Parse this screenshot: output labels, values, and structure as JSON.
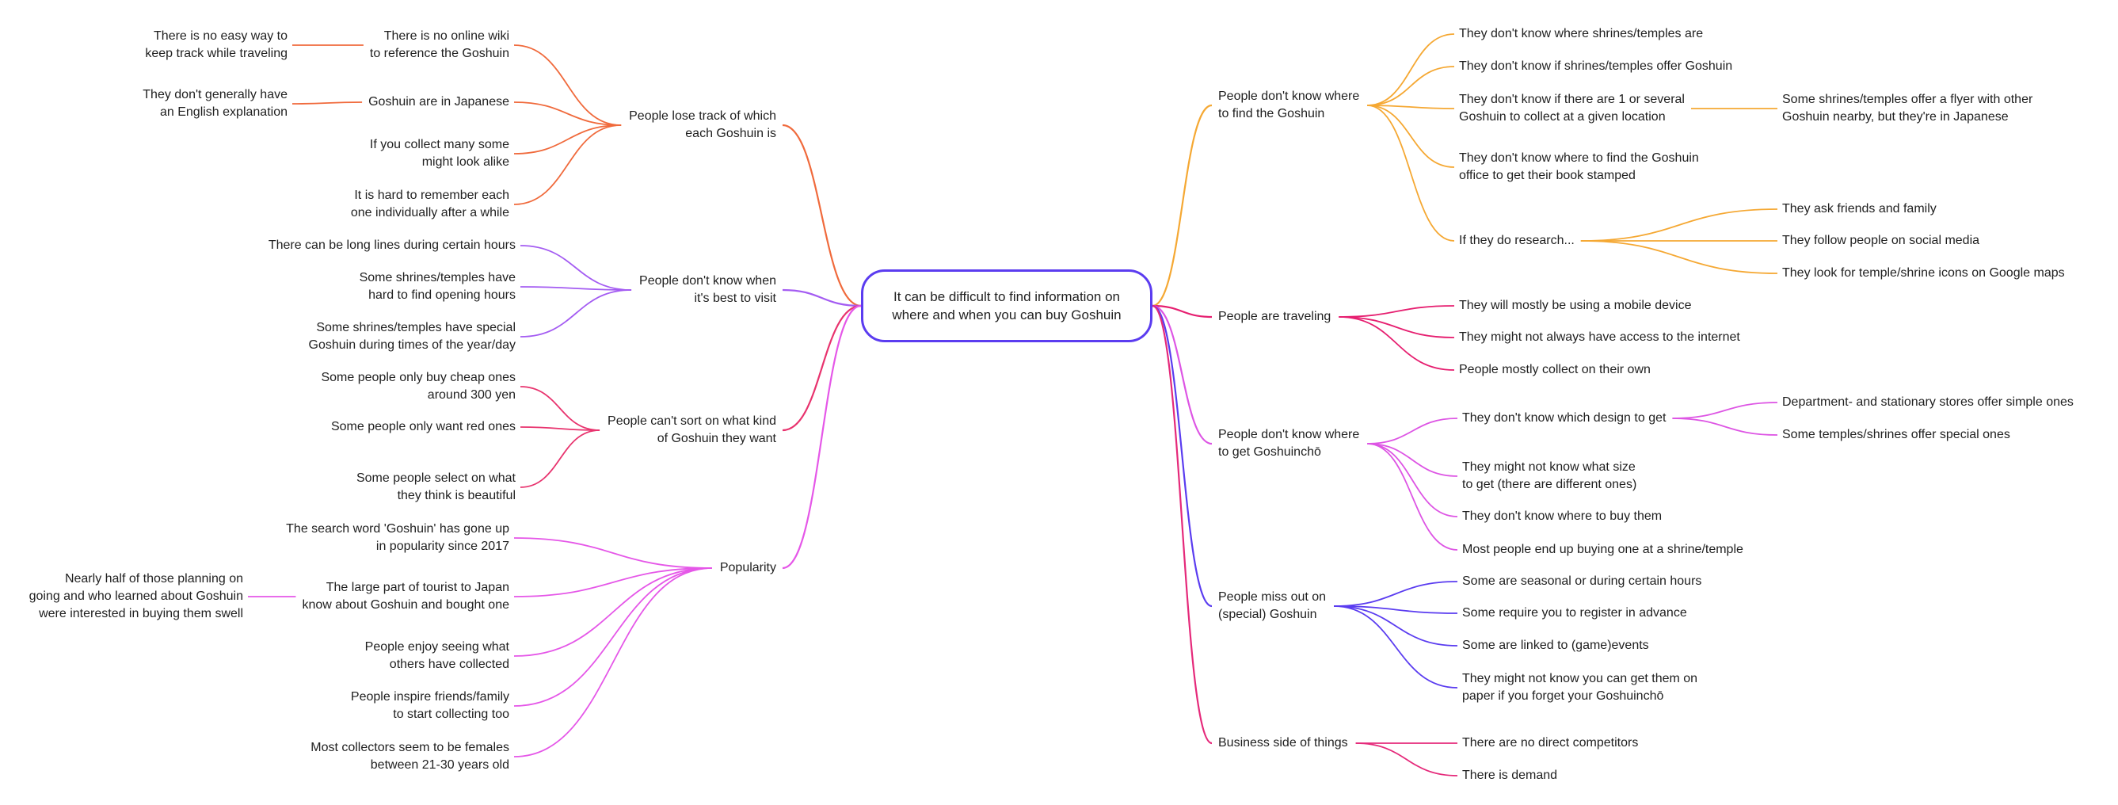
{
  "center": "It can be difficult to find information on\nwhere and when you can buy Goshuin",
  "colors": {
    "orange_red": "#f06a3c",
    "violet": "#a45cf2",
    "crimson": "#e8336e",
    "magenta": "#e557e8",
    "amber": "#f5a833",
    "pink": "#e61f70",
    "orchid": "#dd55e4",
    "indigo": "#5a3cf0",
    "rose": "#e5297a"
  },
  "branches": [
    {
      "id": "lose-track",
      "text": "People lose track of which\neach Goshuin is",
      "color": "orange_red",
      "side": "left",
      "children": [
        {
          "text": "There is no online wiki\nto reference the Goshuin",
          "children": [
            {
              "text": "There is no easy way to\nkeep track while traveling"
            }
          ]
        },
        {
          "text": "Goshuin are in Japanese",
          "children": [
            {
              "text": "They don't generally have\nan English explanation"
            }
          ]
        },
        {
          "text": "If you collect many some\nmight look alike"
        },
        {
          "text": "It is hard to remember each\none individually after a while"
        }
      ]
    },
    {
      "id": "when-visit",
      "text": "People don't know when\nit's best to visit",
      "color": "violet",
      "side": "left",
      "children": [
        {
          "text": "There can be long lines during certain hours"
        },
        {
          "text": "Some shrines/temples have\nhard to find opening hours"
        },
        {
          "text": "Some shrines/temples have special\nGoshuin during times of the year/day"
        }
      ]
    },
    {
      "id": "cant-sort",
      "text": "People can't sort on what kind\nof Goshuin they want",
      "color": "crimson",
      "side": "left",
      "children": [
        {
          "text": "Some people only buy cheap ones\naround 300 yen"
        },
        {
          "text": "Some people only want red ones"
        },
        {
          "text": "Some people select on what\nthey think is beautiful"
        }
      ]
    },
    {
      "id": "popularity",
      "text": "Popularity",
      "color": "magenta",
      "side": "left",
      "children": [
        {
          "text": "The search word 'Goshuin' has gone up\nin popularity since 2017"
        },
        {
          "text": "The large part of tourist to Japan\nknow about Goshuin and bought one",
          "children": [
            {
              "text": "Nearly half of those planning on\ngoing and who learned about Goshuin\nwere interested in buying them swell"
            }
          ]
        },
        {
          "text": "People enjoy seeing what\nothers have collected"
        },
        {
          "text": "People inspire friends/family\nto start collecting too"
        },
        {
          "text": "Most collectors seem to be females\nbetween 21-30 years old"
        }
      ]
    },
    {
      "id": "find-goshuin",
      "text": "People don't know where\nto find the Goshuin",
      "color": "amber",
      "side": "right",
      "children": [
        {
          "text": "They don't know where shrines/temples are"
        },
        {
          "text": "They don't know if shrines/temples offer Goshuin"
        },
        {
          "text": "They don't know if there are 1 or several\nGoshuin to collect at a given location",
          "children": [
            {
              "text": "Some shrines/temples offer a flyer with other\nGoshuin nearby, but they're in Japanese"
            }
          ]
        },
        {
          "text": "They don't know where to find the Goshuin\noffice to get their book stamped"
        },
        {
          "text": "If they do research...",
          "children": [
            {
              "text": "They ask friends and family"
            },
            {
              "text": "They follow people on social media"
            },
            {
              "text": "They look for temple/shrine icons on Google maps"
            }
          ]
        }
      ]
    },
    {
      "id": "traveling",
      "text": "People are traveling",
      "color": "pink",
      "side": "right",
      "children": [
        {
          "text": "They will mostly be using a mobile device"
        },
        {
          "text": "They might not always have access to the internet"
        },
        {
          "text": "People mostly collect on their own"
        }
      ]
    },
    {
      "id": "goshuincho",
      "text": "People don't know where\nto get Goshuinchō",
      "color": "orchid",
      "side": "right",
      "children": [
        {
          "text": "They don't know which design to get",
          "children": [
            {
              "text": "Department- and stationary stores offer simple ones"
            },
            {
              "text": "Some temples/shrines offer special ones"
            }
          ]
        },
        {
          "text": "They might not know what size\nto get (there are different ones)"
        },
        {
          "text": "They don't know where to buy them"
        },
        {
          "text": "Most people end up buying one at a shrine/temple"
        }
      ]
    },
    {
      "id": "miss-out",
      "text": "People miss out on\n(special) Goshuin",
      "color": "indigo",
      "side": "right",
      "children": [
        {
          "text": "Some are seasonal or during certain hours"
        },
        {
          "text": "Some require you to register in advance"
        },
        {
          "text": "Some are linked to (game)events"
        },
        {
          "text": "They might not know you can get them on\npaper if you forget your Goshuinchō"
        }
      ]
    },
    {
      "id": "business",
      "text": "Business side of things",
      "color": "rose",
      "side": "right",
      "children": [
        {
          "text": "There are no direct competitors"
        },
        {
          "text": "There is demand"
        }
      ]
    }
  ]
}
